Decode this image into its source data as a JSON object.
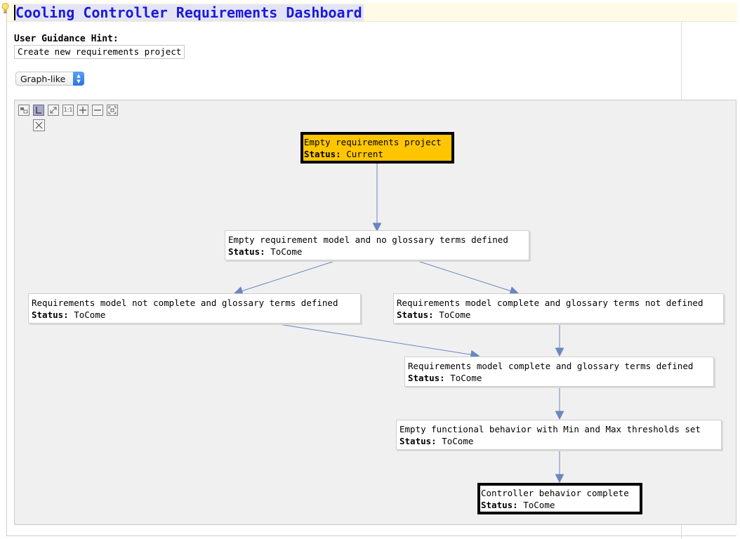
{
  "title": "Cooling Controller Requirements Dashboard",
  "guidance": {
    "label": "User Guidance Hint:",
    "value": "Create new requirements project"
  },
  "view_select": {
    "selected": "Graph-like"
  },
  "toolbar": {
    "tools": [
      "layout-icon",
      "tree-layout-icon",
      "fit-icon",
      "actual-size-icon",
      "zoom-in-icon",
      "zoom-out-icon",
      "fullscreen-icon",
      "close-icon"
    ],
    "actual_size_label": "1:1"
  },
  "graph": {
    "status_label": "Status:",
    "nodes": [
      {
        "id": "n0",
        "title": "Empty requirements project",
        "status": "Current"
      },
      {
        "id": "n1",
        "title": "Empty requirement model and no glossary terms defined",
        "status": "ToCome"
      },
      {
        "id": "n2",
        "title": "Requirements model not complete and glossary terms defined",
        "status": "ToCome"
      },
      {
        "id": "n3",
        "title": "Requirements model complete and glossary terms not defined",
        "status": "ToCome"
      },
      {
        "id": "n4",
        "title": "Requirements model complete and glossary terms defined",
        "status": "ToCome"
      },
      {
        "id": "n5",
        "title": "Empty functional behavior with Min and Max thresholds set",
        "status": "ToCome"
      },
      {
        "id": "n6",
        "title": "Controller behavior complete",
        "status": "ToCome"
      }
    ],
    "edges": [
      [
        "n0",
        "n1"
      ],
      [
        "n1",
        "n2"
      ],
      [
        "n1",
        "n3"
      ],
      [
        "n2",
        "n4"
      ],
      [
        "n3",
        "n4"
      ],
      [
        "n4",
        "n5"
      ],
      [
        "n5",
        "n6"
      ]
    ],
    "colors": {
      "current": "#ffc600",
      "edge": "#6a86c0"
    }
  }
}
